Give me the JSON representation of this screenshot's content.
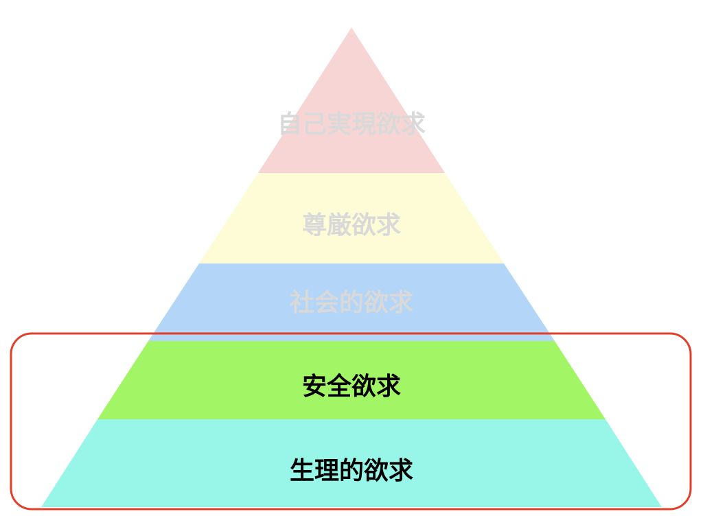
{
  "pyramid": {
    "levels": [
      {
        "label": "自己実現欲求",
        "color": "#f7d5d5",
        "text_color": "#d9d9d9",
        "highlighted": false
      },
      {
        "label": "尊厳欲求",
        "color": "#fefcd6",
        "text_color": "#d9d9d9",
        "highlighted": false
      },
      {
        "label": "社会的欲求",
        "color": "#b3d5f7",
        "text_color": "#d9d9d9",
        "highlighted": false
      },
      {
        "label": "安全欲求",
        "color": "#a2f665",
        "text_color": "#000000",
        "highlighted": true
      },
      {
        "label": "生理的欲求",
        "color": "#97f6e7",
        "text_color": "#000000",
        "highlighted": true
      }
    ],
    "highlight_color": "#e0402a"
  }
}
